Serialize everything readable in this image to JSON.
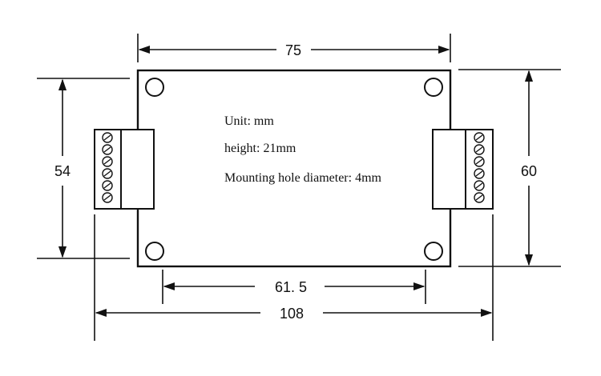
{
  "dimensions": {
    "top_width": "75",
    "left_height": "54",
    "right_height": "60",
    "hole_spacing": "61. 5",
    "overall_width": "108"
  },
  "notes": {
    "unit": "Unit: mm",
    "height": "height: 21mm",
    "mounting_hole": "Mounting hole diameter: 4mm"
  },
  "colors": {
    "ink": "#111111",
    "background": "#ffffff"
  }
}
